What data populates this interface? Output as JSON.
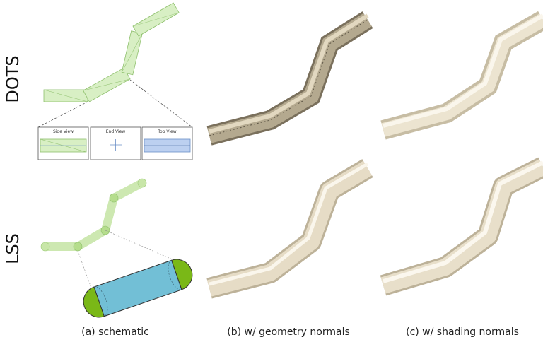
{
  "rows": {
    "dots": "DOTS",
    "lss": "LSS"
  },
  "captions": {
    "schematic": "(a) schematic",
    "geometry": "(b) w/ geometry normals",
    "shading": "(c) w/ shading normals"
  },
  "views": {
    "side": "Side View",
    "end": "End View",
    "top": "Top View"
  },
  "colors": {
    "segment_fill": "#d8efc4",
    "segment_stroke": "#8dbf6b",
    "capsule_fill": "#72bfd6",
    "cap_fill": "#7ab817",
    "tube": "#e6dcc6",
    "tube_dark": "#bfb49c"
  }
}
